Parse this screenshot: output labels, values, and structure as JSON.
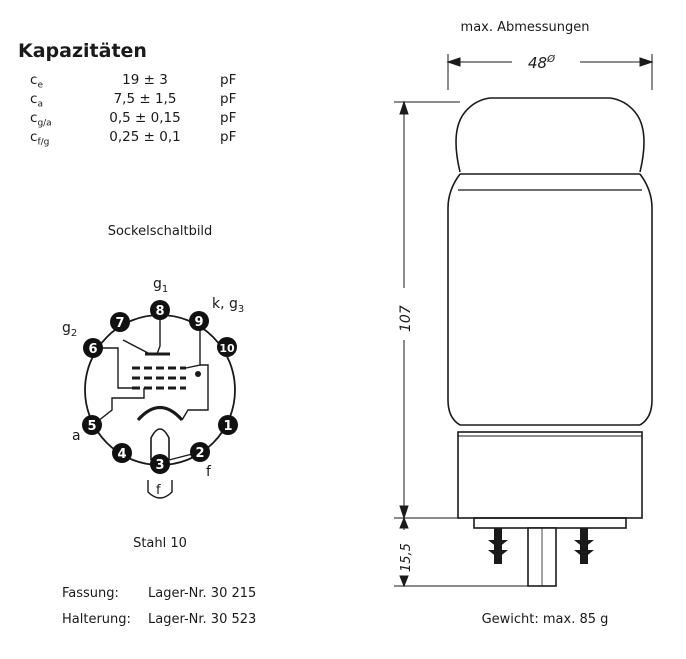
{
  "capacitances": {
    "title": "Kapazitäten",
    "rows": [
      {
        "symbol": "c",
        "sub": "e",
        "value": "19 ± 3",
        "unit": "pF"
      },
      {
        "symbol": "c",
        "sub": "a",
        "value": "7,5 ± 1,5",
        "unit": "pF"
      },
      {
        "symbol": "c",
        "sub": "g/a",
        "value": "0,5 ± 0,15",
        "unit": "pF"
      },
      {
        "symbol": "c",
        "sub": "f/g",
        "value": "0,25 ± 0,1",
        "unit": "pF"
      }
    ]
  },
  "socket": {
    "title": "Sockelschaltbild",
    "pins": [
      "1",
      "2",
      "3",
      "4",
      "5",
      "6",
      "7",
      "8",
      "9",
      "10"
    ],
    "labels": {
      "g1": "g",
      "g1_sub": "1",
      "k_g3": "k, g",
      "k_g3_sub": "3",
      "g2": "g",
      "g2_sub": "2",
      "a": "a",
      "f_right": "f",
      "f_bottom": "f"
    },
    "base": "Stahl 10"
  },
  "mounting": {
    "fassung_label": "Fassung:",
    "fassung_value": "Lager-Nr. 30 215",
    "halterung_label": "Halterung:",
    "halterung_value": "Lager-Nr. 30 523"
  },
  "dimensions": {
    "title": "max. Abmessungen",
    "diameter": "48",
    "diameter_symbol": "Ø",
    "height": "107",
    "pin_length": "15,5",
    "weight": "Gewicht: max. 85 g"
  },
  "colors": {
    "ink": "#1a1a1a",
    "paper": "#ffffff"
  }
}
